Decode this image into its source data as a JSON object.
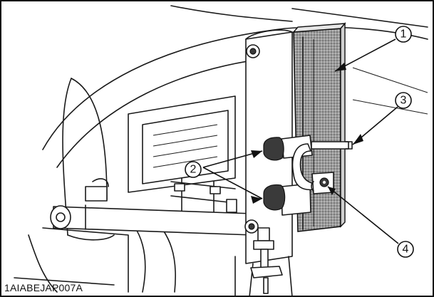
{
  "figure": {
    "code": "1AIABEJAP007A",
    "callouts": [
      {
        "id": "callout-1",
        "number": "1"
      },
      {
        "id": "callout-2",
        "number": "2"
      },
      {
        "id": "callout-3",
        "number": "3"
      },
      {
        "id": "callout-4",
        "number": "4"
      }
    ]
  }
}
